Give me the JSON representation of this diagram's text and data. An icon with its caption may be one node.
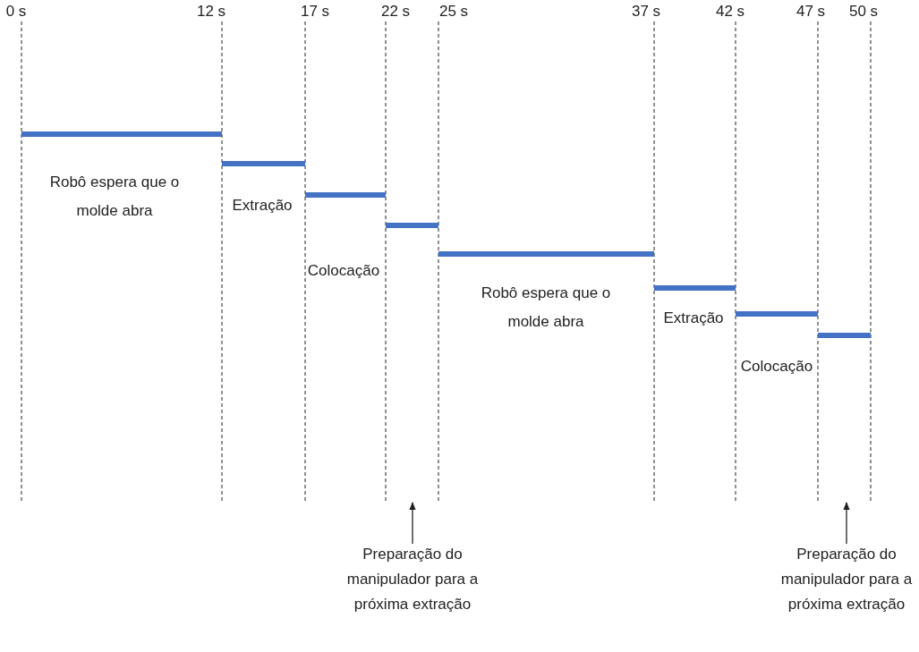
{
  "diagram": {
    "nodes": [
      {
        "text": [
          "Preparação do manipulador para a próxima extração"
        ]
      },
      {
        "text": [
          "Preparação do manipulador para a próxima extração"
        ]
      }
    ],
    "edges": [
      {
        "from": 0,
        "to": null,
        "arrow": "to"
      },
      {
        "from": 1,
        "to": null,
        "arrow": "to"
      }
    ],
    "labels": [
      "0 s",
      "12 s",
      "17 s",
      "22 s",
      "25 s",
      "37 s",
      "42 s",
      "47 s",
      "50 s",
      "Robô espera que o molde abra",
      "Extração",
      "Colocação",
      "Robô espera que o molde abra",
      "Extração",
      "Colocação"
    ]
  }
}
